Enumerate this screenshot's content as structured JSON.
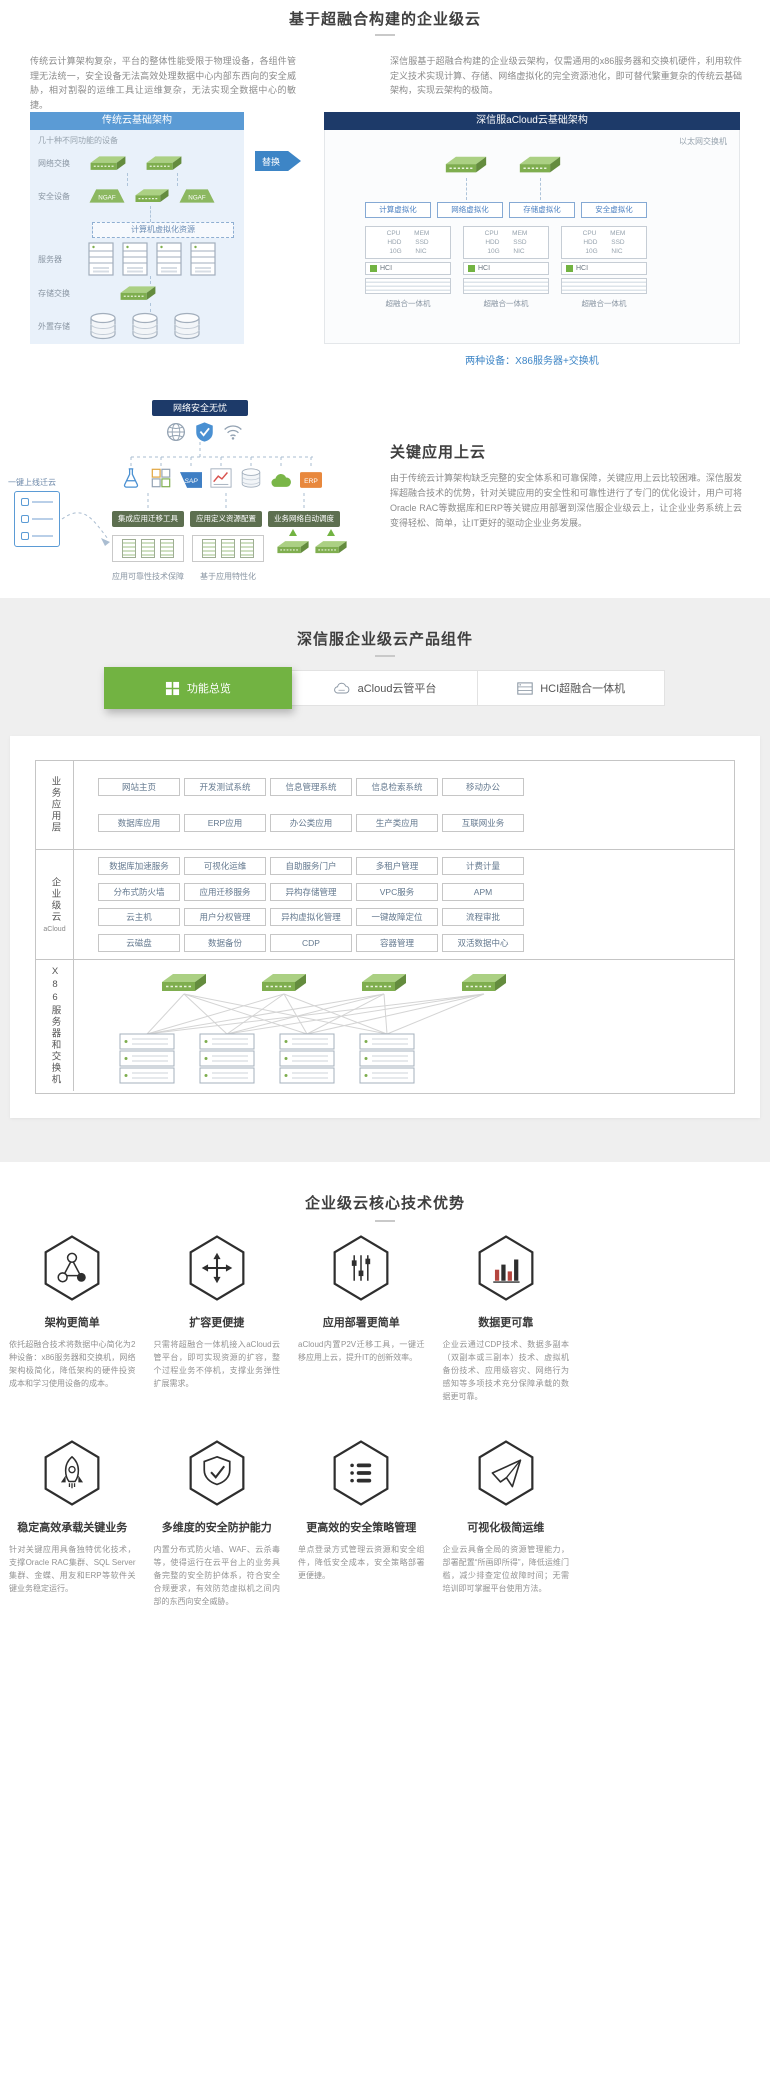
{
  "section1": {
    "title": "基于超融合构建的企业级云",
    "intro_left": "传统云计算架构复杂，平台的整体性能受限于物理设备，各组件管理无法统一，安全设备无法高效处理数据中心内部东西向的安全威胁，相对割裂的运维工具让运维复杂，无法实现全数据中心的敏捷。",
    "intro_right": "深信服基于超融合构建的企业级云架构，仅需通用的x86服务器和交换机硬件，利用软件定义技术实现计算、存储、网络虚拟化的完全资源池化，即可替代繁重复杂的传统云基础架构，实现云架构的极简。",
    "left_panel": {
      "header": "传统云基础架构",
      "device_note": "几十种不同功能的设备",
      "row_labels": [
        "网络交换",
        "安全设备",
        "服务器",
        "存储交换",
        "外置存储"
      ],
      "virt_box": "计算机虚拟化资源",
      "ngaf": "NGAF"
    },
    "replace_label": "替换",
    "right_panel": {
      "header": "深信服aCloud云基础架构",
      "eth_label": "以太网交换机",
      "virt_boxes": [
        "计算虚拟化",
        "网络虚拟化",
        "存储虚拟化",
        "安全虚拟化"
      ],
      "spec_lines": [
        "CPU MEM",
        "HDD SSD",
        "10G NIC"
      ],
      "hci_label": "HCI",
      "node_label": "超融合一体机"
    },
    "caption": "两种设备：X86服务器+交换机"
  },
  "section2": {
    "net_header": "网络安全无忧",
    "migrate_label": "一键上线迁云",
    "app_sap": "SAP",
    "app_erp": "ERP",
    "green_buttons": [
      "集成应用迁移工具",
      "应用定义资源配置",
      "业务网络自动调度"
    ],
    "bottom_labels": [
      "应用可靠性技术保障",
      "基于应用特性化"
    ],
    "right_title": "关键应用上云",
    "right_text": "由于传统云计算架构缺乏完整的安全体系和可靠保障，关键应用上云比较困难。深信服发挥超融合技术的优势，针对关键应用的安全性和可靠性进行了专门的优化设计，用户可将Oracle RAC等数据库和ERP等关键应用部署到深信服企业级云上，让企业业务系统上云变得轻松、简单，让IT更好的驱动企业业务发展。"
  },
  "section3": {
    "title": "深信服企业级云产品组件",
    "tabs": [
      {
        "label": "功能总览",
        "active": true
      },
      {
        "label": "aCloud云管平台",
        "active": false
      },
      {
        "label": "HCI超融合一体机",
        "active": false
      }
    ],
    "app_layer": {
      "name": "业务应用层",
      "rows": [
        [
          "网站主页",
          "开发测试系统",
          "信息管理系统",
          "信息检索系统",
          "移动办公"
        ],
        [
          "数据库应用",
          "ERP应用",
          "办公类应用",
          "生产类应用",
          "互联网业务"
        ]
      ]
    },
    "cloud_layer": {
      "name": "企业级云",
      "subname": "aCloud",
      "rows": [
        [
          "数据库加速服务",
          "可视化运维",
          "自助服务门户",
          "多租户管理",
          "计费计量"
        ],
        [
          "分布式防火墙",
          "应用迁移服务",
          "异构存储管理",
          "VPC服务",
          "APM"
        ],
        [
          "云主机",
          "用户分权管理",
          "异构虚拟化管理",
          "一键故障定位",
          "流程审批"
        ],
        [
          "云磁盘",
          "数据备份",
          "CDP",
          "容器管理",
          "双活数据中心"
        ]
      ]
    },
    "infra_layer": {
      "name": "X86服务器和交换机"
    }
  },
  "section4": {
    "title": "企业级云核心技术优势",
    "items": [
      {
        "name": "架构更简单",
        "icon": "topology-icon",
        "desc": "依托超融合技术将数据中心简化为2种设备：x86服务器和交换机，网络架构极简化，降低架构的硬件投资成本和学习使用设备的成本。"
      },
      {
        "name": "扩容更便捷",
        "icon": "expand-icon",
        "desc": "只需将超融合一体机接入aCloud云管平台，即可实现资源的扩容，整个过程业务不停机，支撑业务弹性扩展需求。"
      },
      {
        "name": "应用部署更简单",
        "icon": "sliders-icon",
        "desc": "aCloud内置P2V迁移工具，一键迁移应用上云，提升IT的创新效率。"
      },
      {
        "name": "数据更可靠",
        "icon": "data-reliability-icon",
        "desc": "企业云通过CDP技术、数据多副本（双副本或三副本）技术、虚拟机备份技术、应用级容灾、网络行为感知等多项技术充分保障承载的数据更可靠。"
      },
      {
        "name": "稳定高效承载关键业务",
        "icon": "rocket-icon",
        "desc": "针对关键应用具备独特优化技术，支撑Oracle RAC集群、SQL Server集群、金蝶、用友和ERP等软件关键业务稳定运行。"
      },
      {
        "name": "多维度的安全防护能力",
        "icon": "shield-check-icon",
        "desc": "内置分布式防火墙、WAF、云杀毒等，使得运行在云平台上的业务具备完整的安全防护体系，符合安全合规要求，有效防范虚拟机之间内部的东西向安全威胁。"
      },
      {
        "name": "更高效的安全策略管理",
        "icon": "policy-list-icon",
        "desc": "单点登录方式管理云资源和安全组件，降低安全成本，安全策略部署更便捷。"
      },
      {
        "name": "可视化极简运维",
        "icon": "paper-plane-icon",
        "desc": "企业云具备全局的资源管理能力，部署配置“所画即所得”，降低运维门槛，减少排查定位故障时间；无需培训即可掌握平台使用方法。"
      }
    ]
  }
}
